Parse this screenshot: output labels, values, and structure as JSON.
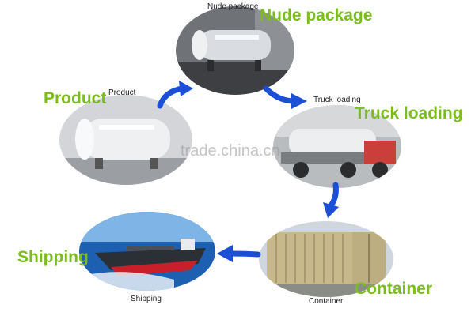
{
  "steps": {
    "nude": {
      "caption": "Nude package",
      "title": "Nude package"
    },
    "truck": {
      "caption": "Truck loading",
      "title": "Truck loading"
    },
    "container": {
      "caption": "Container",
      "title": "Container"
    },
    "shipping": {
      "caption": "Shipping",
      "title": "Shipping"
    },
    "product": {
      "caption": "Product",
      "title": "Product"
    }
  },
  "watermark": "trade.china.cn",
  "colors": {
    "title": "#7bbd1f",
    "arrow": "#1a4fd6"
  },
  "icons": {
    "arrow": "curved-arrow-icon"
  }
}
